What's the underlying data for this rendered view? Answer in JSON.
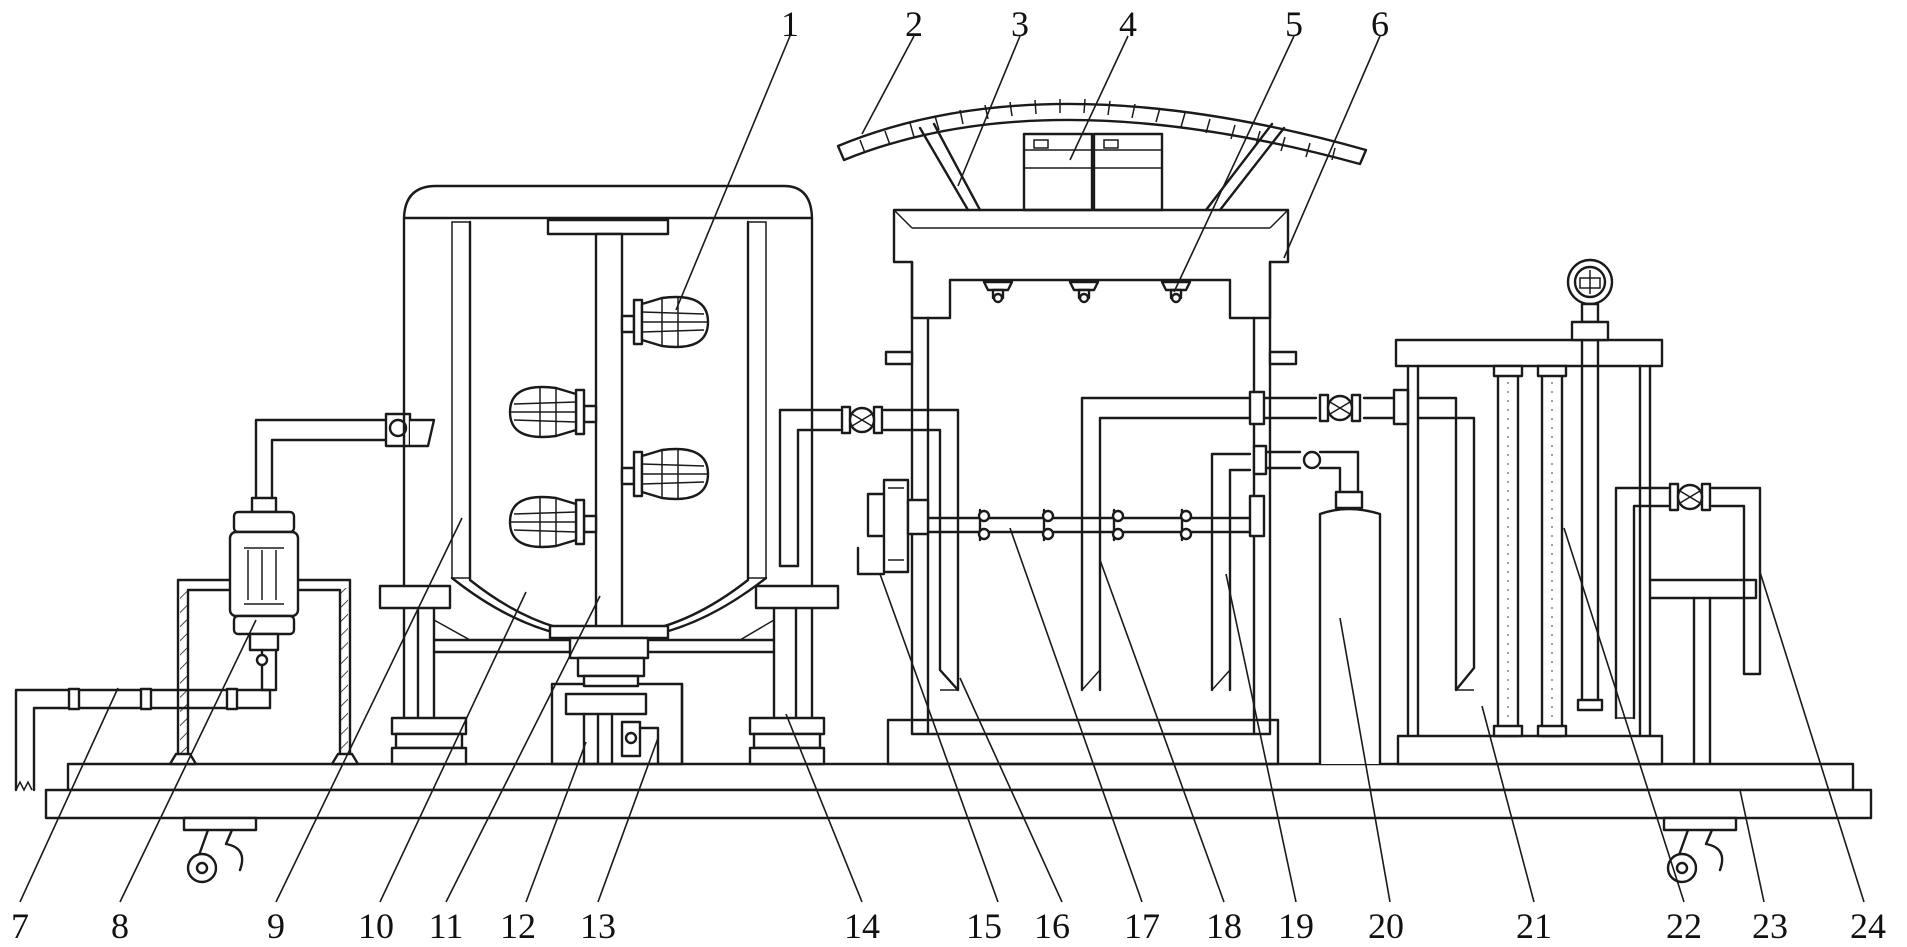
{
  "figure": {
    "labels": [
      "1",
      "2",
      "3",
      "4",
      "5",
      "6",
      "7",
      "8",
      "9",
      "10",
      "11",
      "12",
      "13",
      "14",
      "15",
      "16",
      "17",
      "18",
      "19",
      "20",
      "21",
      "22",
      "23",
      "24"
    ]
  },
  "colors": {
    "line": "#1a1a1a",
    "background": "#ffffff"
  }
}
